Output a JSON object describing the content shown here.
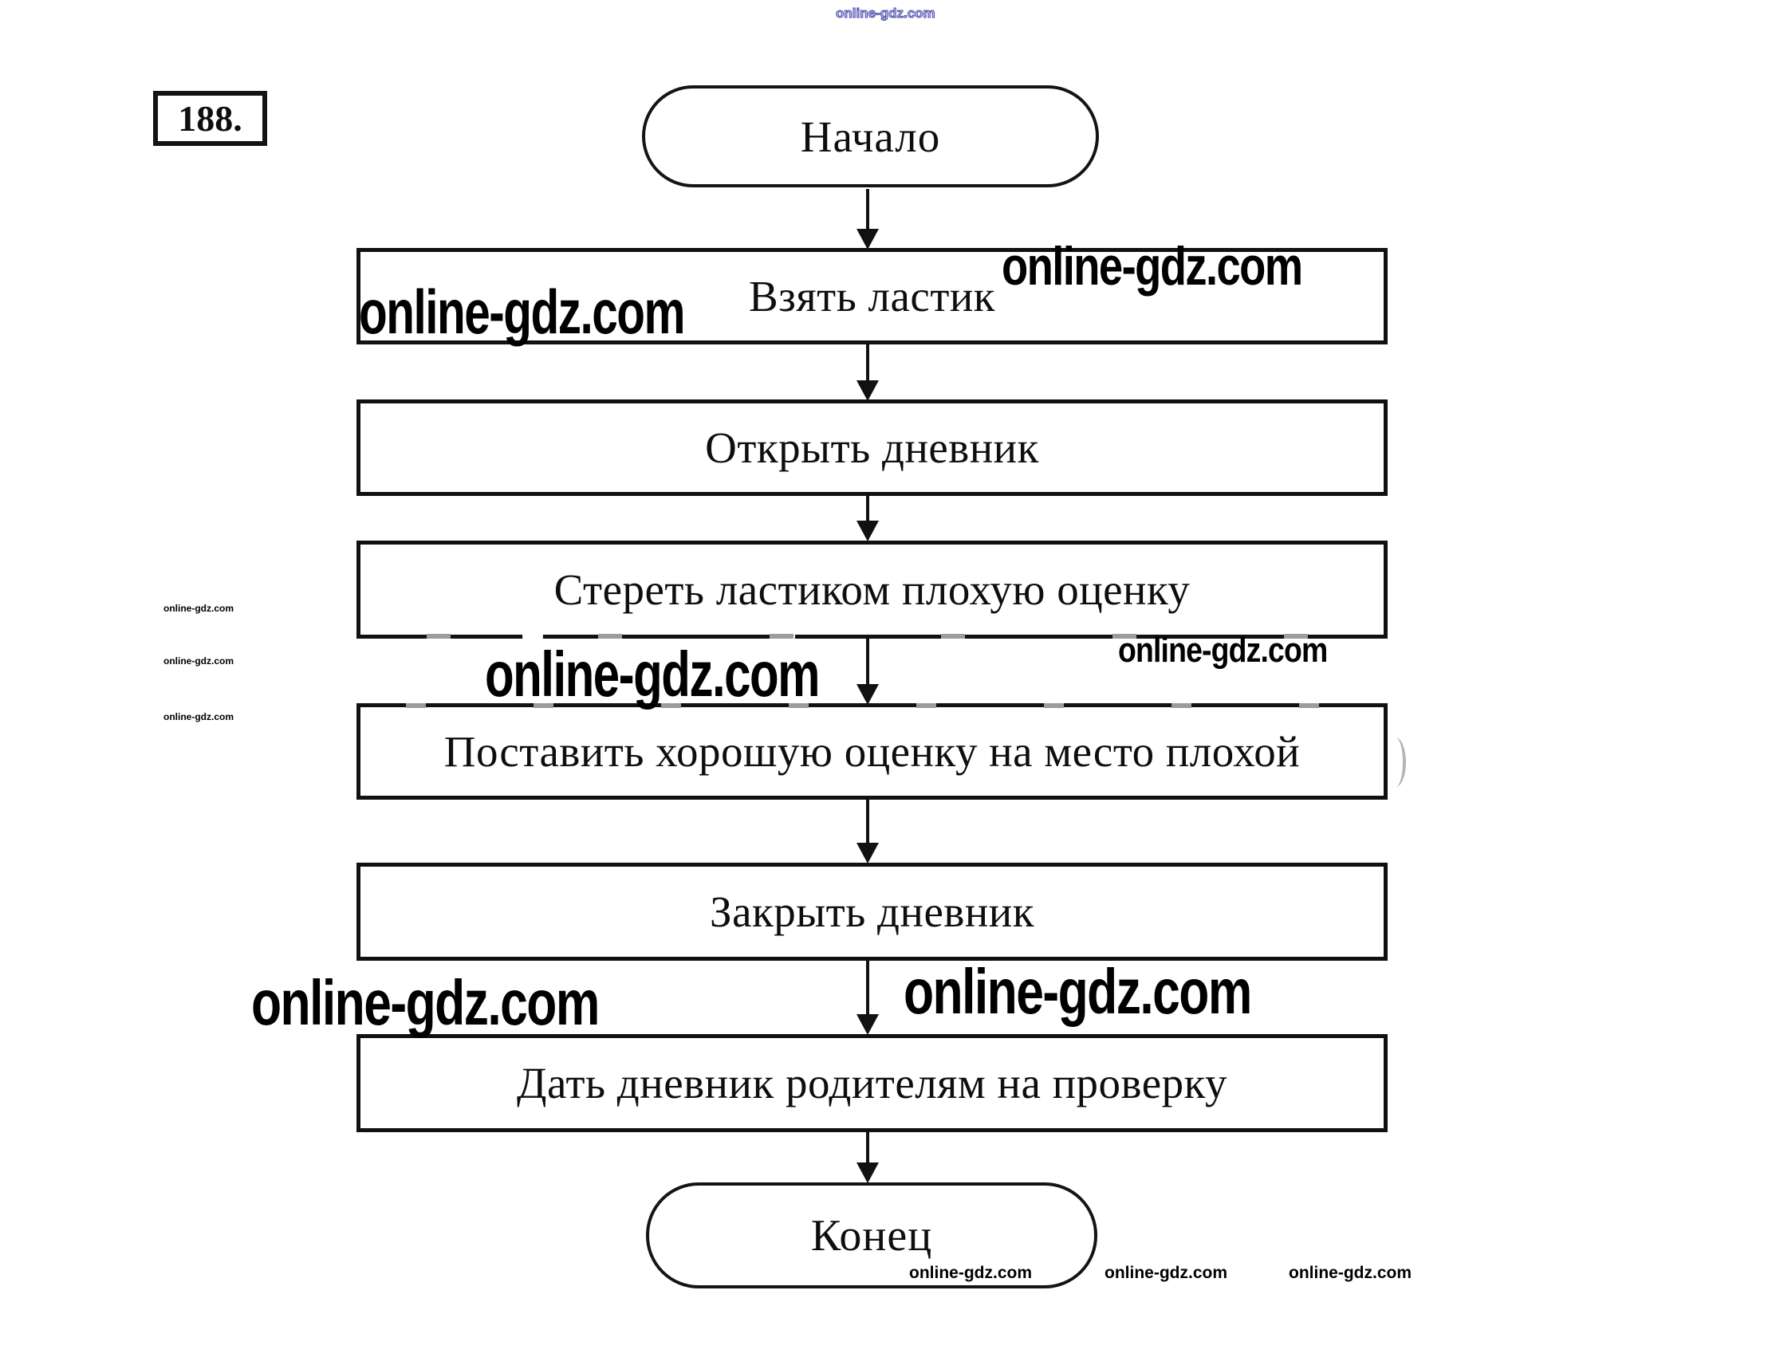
{
  "page": {
    "number_label": "188.",
    "background": "#ffffff"
  },
  "watermark": {
    "text": "online-gdz.com",
    "top_color": "#4a4aae",
    "body_color": "#000000"
  },
  "flowchart": {
    "type": "flowchart",
    "start_label": "Начало",
    "end_label": "Конец",
    "line_color": "#111111",
    "artifact_gray": "#9c9c9c",
    "steps": [
      {
        "label": "Взять ластик"
      },
      {
        "label": "Открыть дневник"
      },
      {
        "label": "Стереть ластиком плохую оценку"
      },
      {
        "label": "Поставить хорошую оценку на место плохой"
      },
      {
        "label": "Закрыть дневник"
      },
      {
        "label": "Дать дневник родителям на проверку"
      }
    ]
  }
}
